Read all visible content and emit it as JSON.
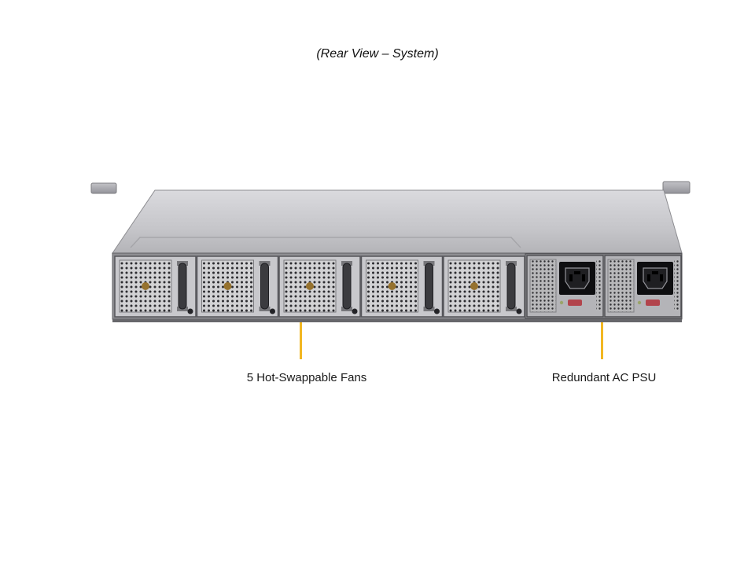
{
  "title": "(Rear View – System)",
  "callouts": {
    "fans": {
      "label": "5 Hot-Swappable Fans"
    },
    "psu": {
      "label": "Redundant AC PSU"
    }
  },
  "figure": {
    "fan_module_count": 5,
    "psu_module_count": 2
  },
  "colors": {
    "callout_line": "#F2B722",
    "chassis_top": "#C9C9CD",
    "chassis_face": "#8E8E92",
    "fan_hub": "#96722E",
    "psu_latch": "#B2444C"
  }
}
